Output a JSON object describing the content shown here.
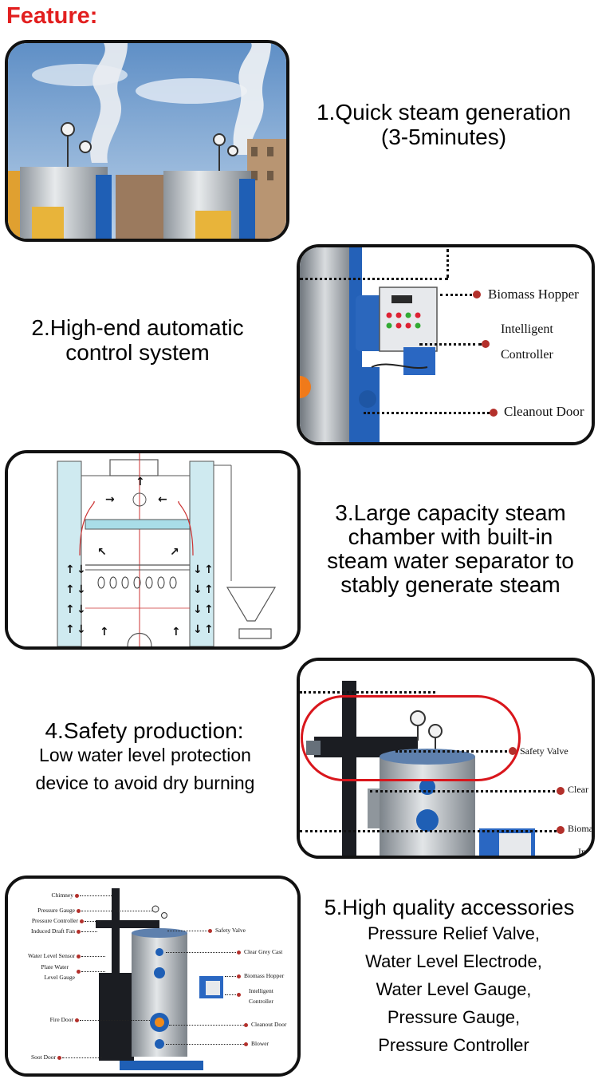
{
  "heading": "Feature:",
  "feature1": {
    "title_line1": "1.Quick steam generation",
    "title_line2": "(3-5minutes)"
  },
  "feature2": {
    "title_line1": "2.High-end automatic",
    "title_line2": "control system",
    "labels": [
      "Biomass Hopper",
      "Intelligent",
      "Controller",
      "Cleanout Door"
    ]
  },
  "feature3": {
    "title_lines": [
      "3.Large capacity steam",
      "chamber with built-in",
      "steam water separator to",
      "stably generate steam"
    ]
  },
  "feature4": {
    "title": "4.Safety production:",
    "sub_line1": "Low water level protection",
    "sub_line2": "device to avoid dry burning",
    "labels": [
      "Safety Valve",
      "Clear",
      "Bioma",
      "In"
    ]
  },
  "feature5": {
    "title": "5.High quality accessories",
    "items": [
      "Pressure Relief Valve,",
      "Water Level Electrode,",
      "Water Level Gauge,",
      "Pressure Gauge,",
      "Pressure Controller"
    ],
    "left_labels": [
      "Chimney",
      "Pressure Gauge",
      "Pressure Controller",
      "Induced Draft Fan",
      "Water Level Sensor",
      "Plate Water",
      "Level Gauge",
      "Fire Door",
      "Soot Door"
    ],
    "right_labels": [
      "Safety Valve",
      "Clear Grey Cast",
      "Biomass Hopper",
      "Intelligent",
      "Controller",
      "Cleanout Door",
      "Blower"
    ]
  },
  "colors": {
    "heading": "#e21f1f",
    "label_dot": "#b3302b",
    "highlight": "#d9161c",
    "boiler_blue": "#1f5fb5"
  }
}
